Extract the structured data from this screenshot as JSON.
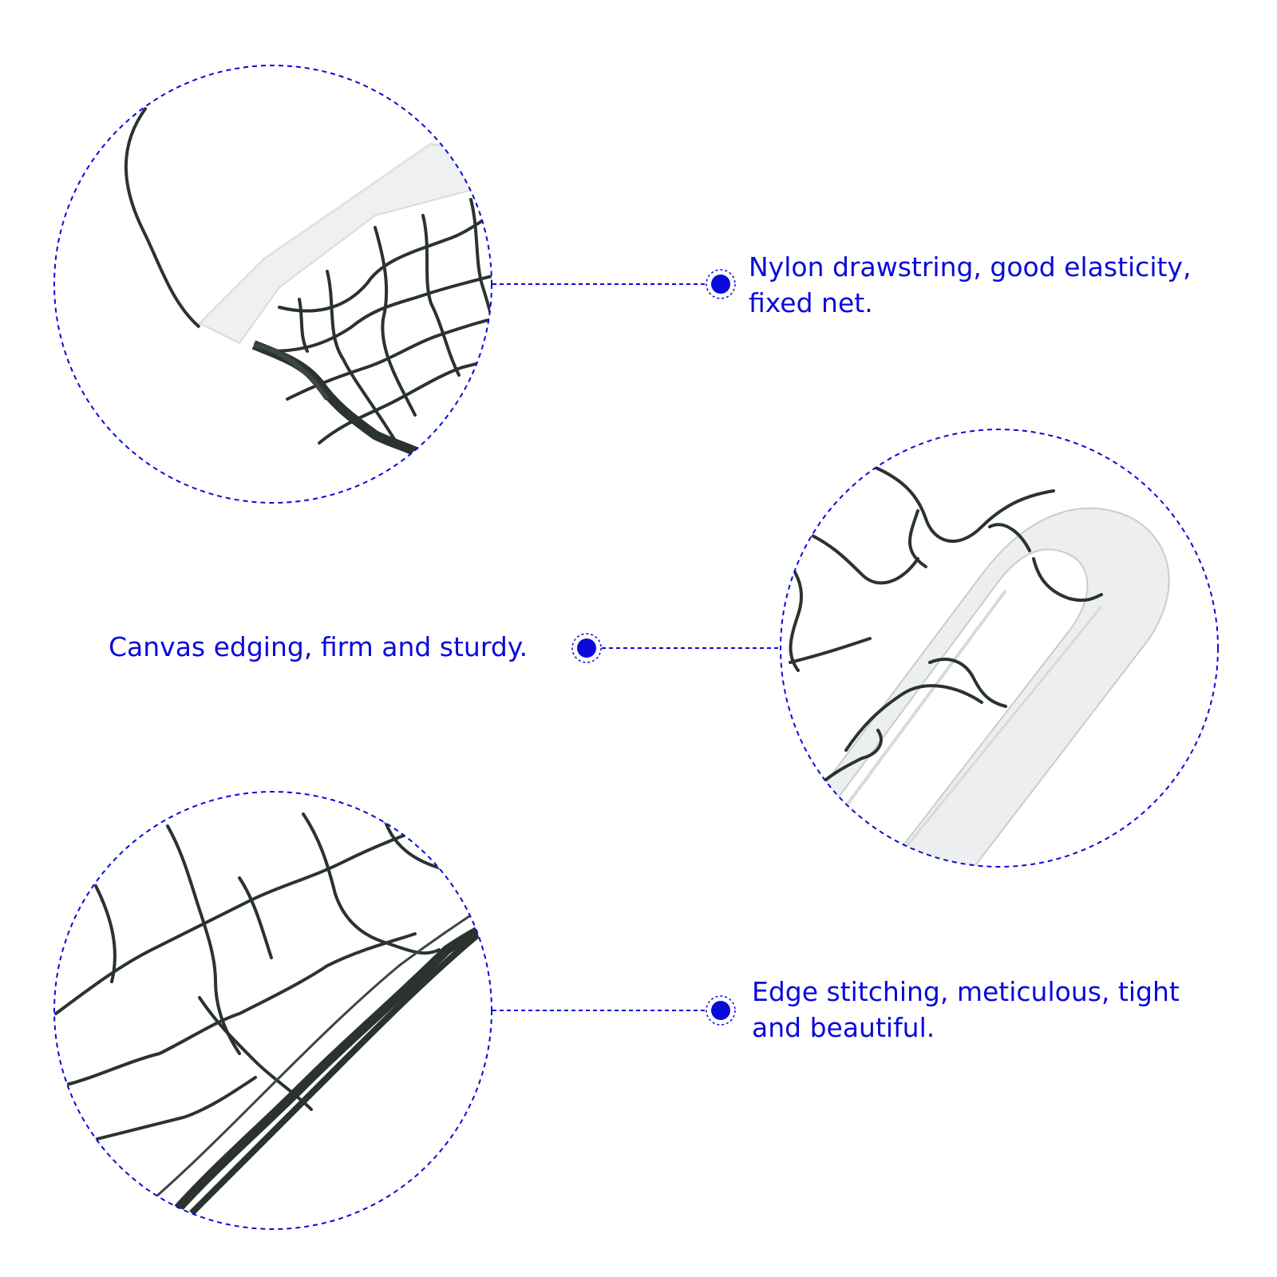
{
  "accent_color": "#0a0adb",
  "net_color": "#2b3330",
  "fabric_color": "#f2f3f4",
  "callouts": [
    {
      "id": "nylon-drawstring",
      "lines": [
        "Nylon drawstring, good elasticity,",
        "fixed net."
      ],
      "image": "close-up-net-with-drawstring"
    },
    {
      "id": "canvas-edging",
      "lines": [
        "Canvas edging, firm and sturdy."
      ],
      "image": "close-up-canvas-edging-loop"
    },
    {
      "id": "edge-stitching",
      "lines": [
        "Edge stitching, meticulous, tight",
        "and beautiful."
      ],
      "image": "close-up-edge-stitching"
    }
  ]
}
